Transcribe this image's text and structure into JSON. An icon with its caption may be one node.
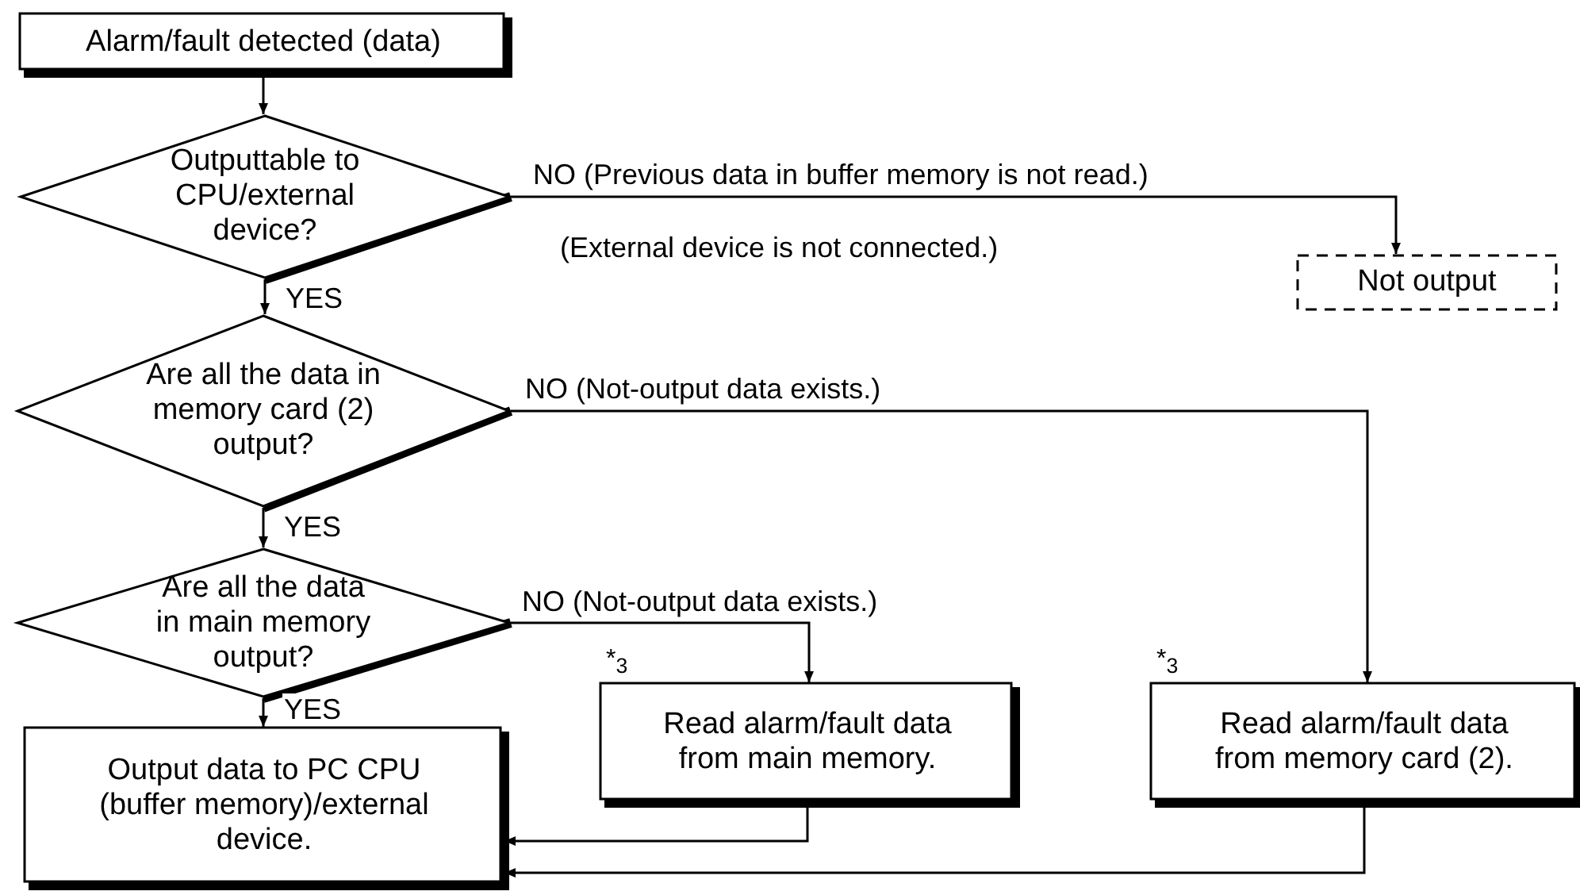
{
  "diagram": {
    "nodes": [
      {
        "text": [
          "Alarm/fault detected (data)"
        ]
      },
      {
        "text": [
          "Outputtable to CPU/external device?"
        ]
      },
      {
        "text": [
          "Not output"
        ]
      },
      {
        "text": [
          "Are all the data in memory card (2) output?"
        ]
      },
      {
        "text": [
          "Are all the data in main memory output?"
        ]
      },
      {
        "text": [
          "Output data to PC CPU (buffer memory)/external device."
        ]
      },
      {
        "text": [
          "Read alarm/fault data from main memory."
        ],
        "beside": [
          "*$_{3}$"
        ]
      },
      {
        "text": [
          "Read alarm/fault data from memory card (2)."
        ],
        "beside": [
          "*$_{3}$"
        ]
      }
    ],
    "edges": [
      {
        "from": 0,
        "to": 1,
        "arrow": "to"
      },
      {
        "from": 1,
        "to": 2,
        "arrow": "to",
        "label": "NO (Previous data in buffer memory is not read.)"
      },
      {
        "from": 1,
        "to": 3,
        "arrow": "to",
        "label": "YES"
      },
      {
        "from": 3,
        "to": 7,
        "arrow": "to",
        "label": "NO (Not-output data exists.)"
      },
      {
        "from": 3,
        "to": 4,
        "arrow": "to",
        "label": "YES"
      },
      {
        "from": 4,
        "to": 6,
        "arrow": "to",
        "label": "NO (Not-output data exists.)"
      },
      {
        "from": 4,
        "to": 5,
        "arrow": "to",
        "label": "YES"
      },
      {
        "from": 6,
        "to": 5,
        "arrow": "to"
      },
      {
        "from": 7,
        "to": 5,
        "arrow": "to"
      }
    ],
    "labels": [
      "(External device is not connected.)"
    ]
  }
}
